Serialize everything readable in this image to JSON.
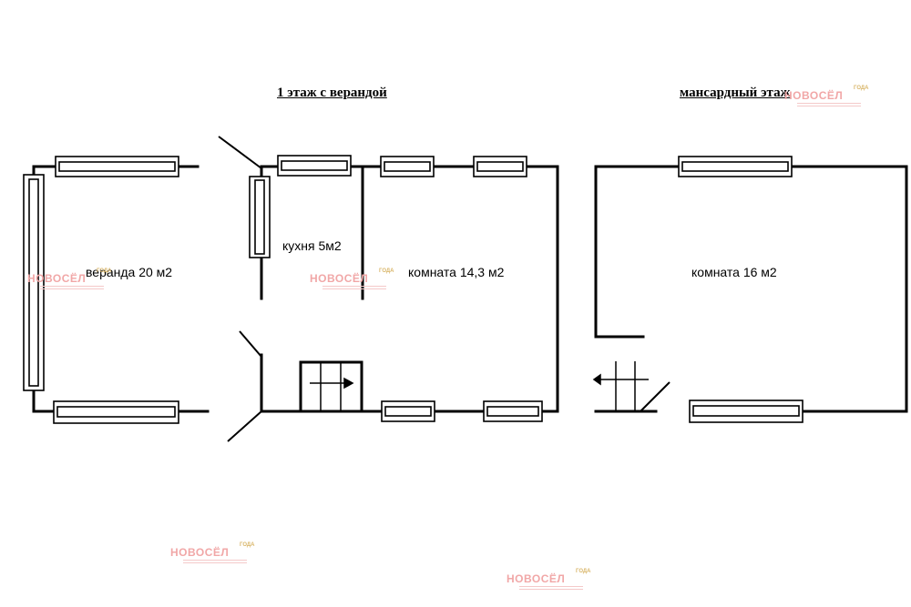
{
  "headings": {
    "floor1": "1 этаж с верандой",
    "attic": "мансардный этаж"
  },
  "rooms": {
    "veranda": "веранда 20 м2",
    "kitchen": "кухня 5м2",
    "room1": "комната 14,3 м2",
    "room2": "комната 16 м2"
  },
  "watermark": {
    "logo_text": "НОВОСЁЛ",
    "badge_text": "ГОДА"
  },
  "colors": {
    "walls": "#000000",
    "watermark": "#f1a7a7",
    "watermark_badge": "#d9b66a"
  }
}
